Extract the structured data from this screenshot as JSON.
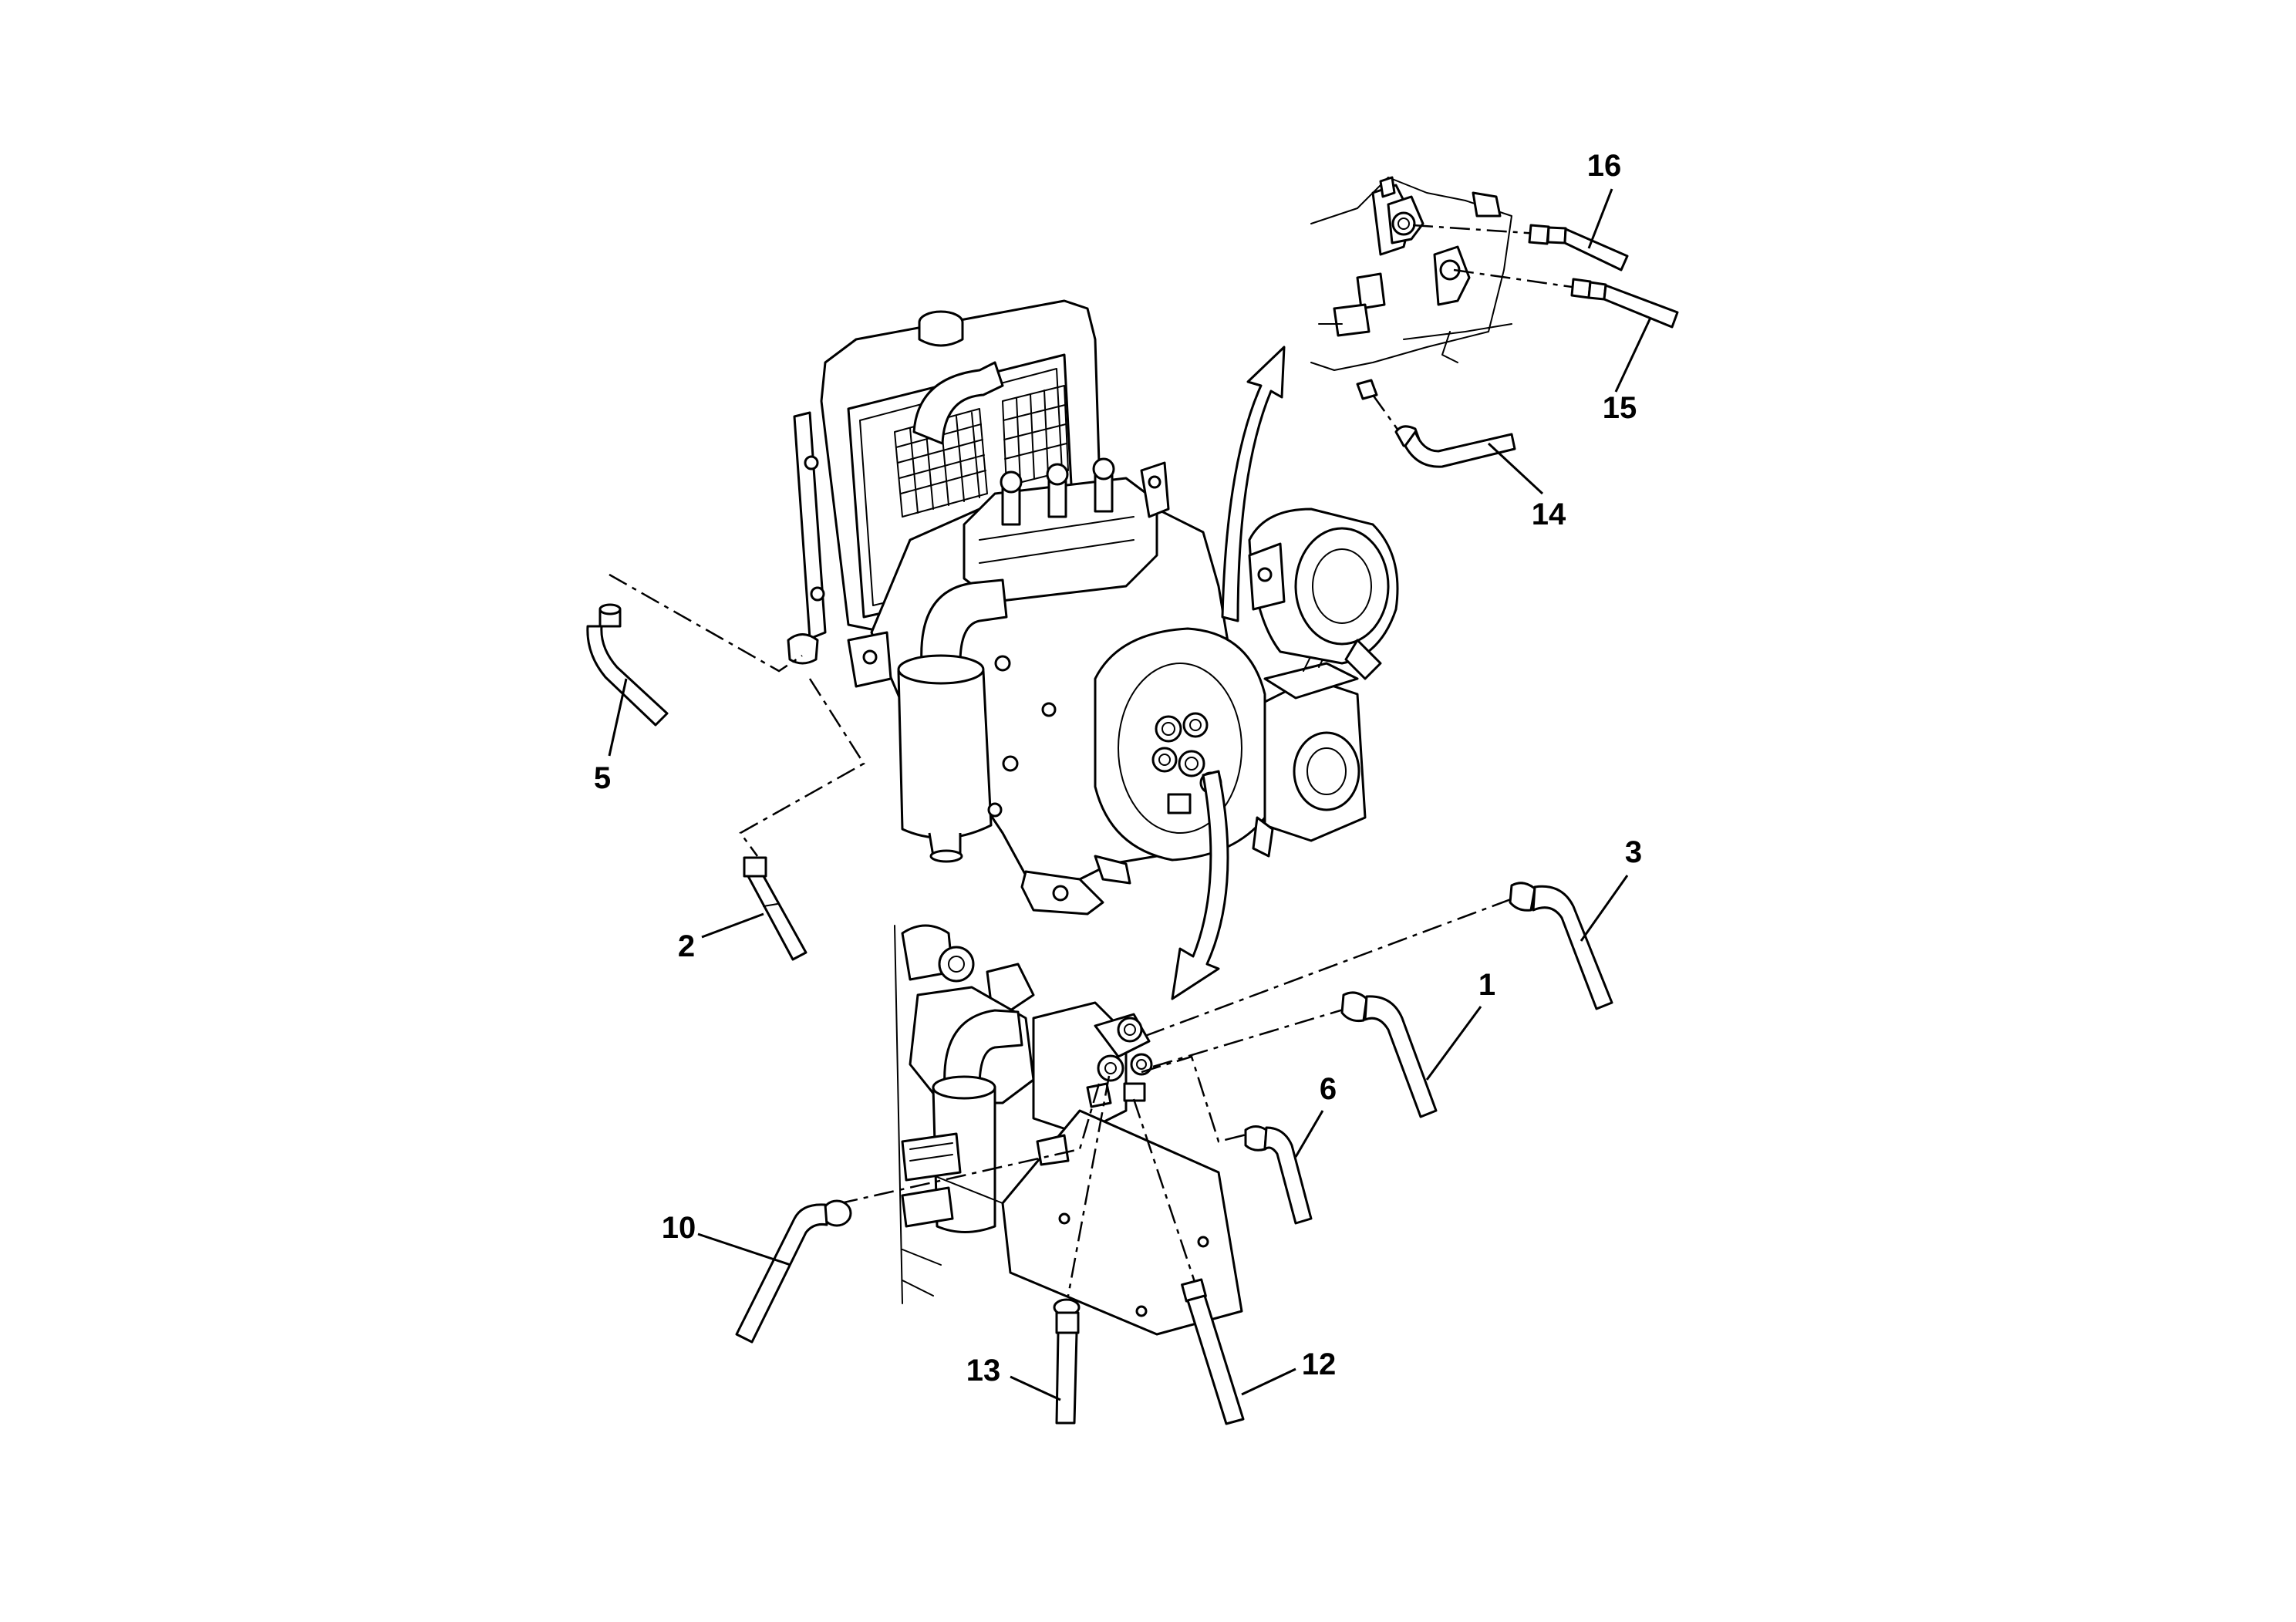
{
  "callouts": {
    "c1": "1",
    "c2": "2",
    "c3": "3",
    "c5": "5",
    "c6": "6",
    "c10": "10",
    "c12": "12",
    "c13": "13",
    "c14": "14",
    "c15": "15",
    "c16": "16"
  }
}
